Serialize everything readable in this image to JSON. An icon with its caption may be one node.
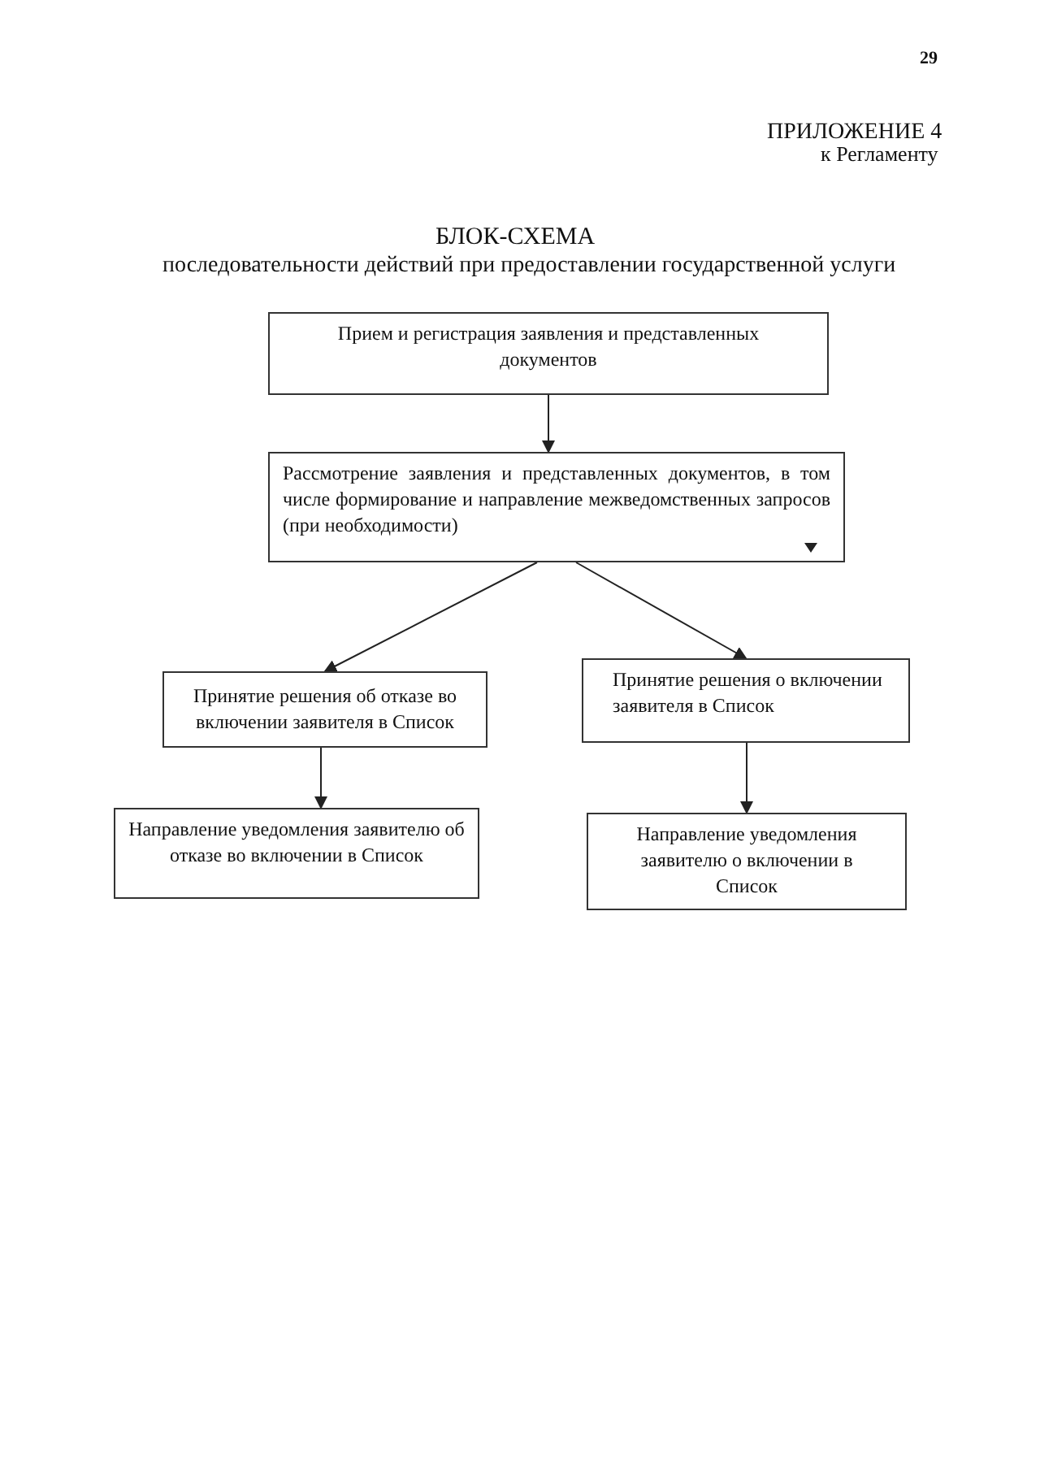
{
  "diagram": {
    "title": "БЛОК-СХЕМА",
    "nodes": [
      {
        "text": [
          "Прием и регистрация заявления и представленных документов"
        ]
      },
      {
        "text": [
          "Рассмотрение заявления и представленных документов, в том числе формирование и направление межведомственных запросов (при необходимости)"
        ]
      },
      {
        "text": [
          "Принятие решения об отказе во включении заявителя в Список"
        ]
      },
      {
        "text": [
          "Принятие решения о включении заявителя в Список"
        ]
      },
      {
        "text": [
          "Направление уведомления заявителю об отказе во включении в Список"
        ]
      },
      {
        "text": [
          "Направление уведомления заявителю о включении в Список"
        ]
      }
    ],
    "edges": [
      {
        "from": 0,
        "to": 1,
        "arrow": "to"
      },
      {
        "from": 1,
        "to": 2,
        "arrow": "to"
      },
      {
        "from": 1,
        "to": 3,
        "arrow": "to"
      },
      {
        "from": 2,
        "to": 4,
        "arrow": "to"
      },
      {
        "from": 3,
        "to": 5,
        "arrow": "to"
      }
    ],
    "labels": [
      "29",
      "ПРИЛОЖЕНИЕ 4",
      "к Регламенту",
      "последовательности действий при предоставлении государственной услуги"
    ]
  }
}
